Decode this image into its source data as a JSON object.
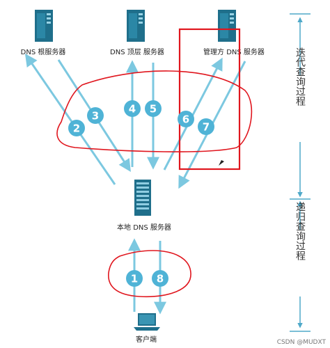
{
  "servers": {
    "root": {
      "label": "DNS  根服务器"
    },
    "tld": {
      "label": "DNS  顶层  服务器"
    },
    "auth": {
      "label": "管理方  DNS  服务器"
    },
    "local": {
      "label": "本地  DNS  服务器"
    },
    "client": {
      "label": "客户端"
    }
  },
  "steps": [
    "1",
    "2",
    "3",
    "4",
    "5",
    "6",
    "7",
    "8"
  ],
  "side_labels": {
    "iterative": "迭代查询过程",
    "recursive": "递归查询过程"
  },
  "watermark": "CSDN @MUDXT",
  "colors": {
    "arrow": "#7cc8e0",
    "badge": "#4fb3d6",
    "annotation": "#e0161e",
    "server": "#1f6f8b"
  }
}
